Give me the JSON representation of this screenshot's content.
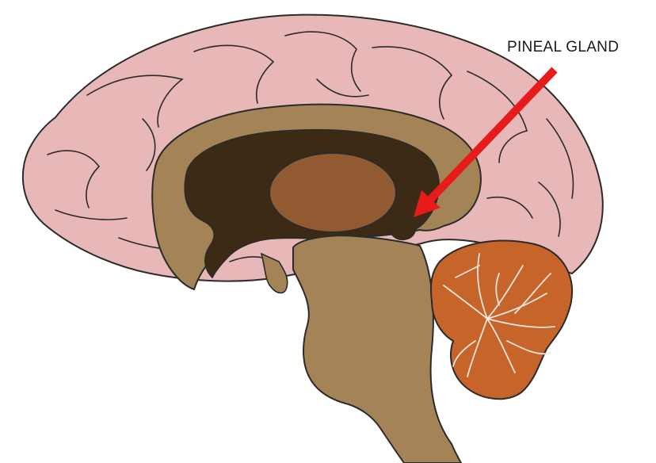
{
  "diagram": {
    "label": "PINEAL GLAND",
    "structures": [
      {
        "name": "cerebrum",
        "color": "#e8b8b8"
      },
      {
        "name": "corpus-callosum",
        "color": "#a48456"
      },
      {
        "name": "lateral-ventricle",
        "color": "#3c2a14"
      },
      {
        "name": "thalamus",
        "color": "#925a30"
      },
      {
        "name": "pineal-gland",
        "color": "#3c2a14"
      },
      {
        "name": "brainstem",
        "color": "#a48456"
      },
      {
        "name": "cerebellum",
        "color": "#c7642a"
      }
    ],
    "arrow_color": "#e81b1b"
  }
}
